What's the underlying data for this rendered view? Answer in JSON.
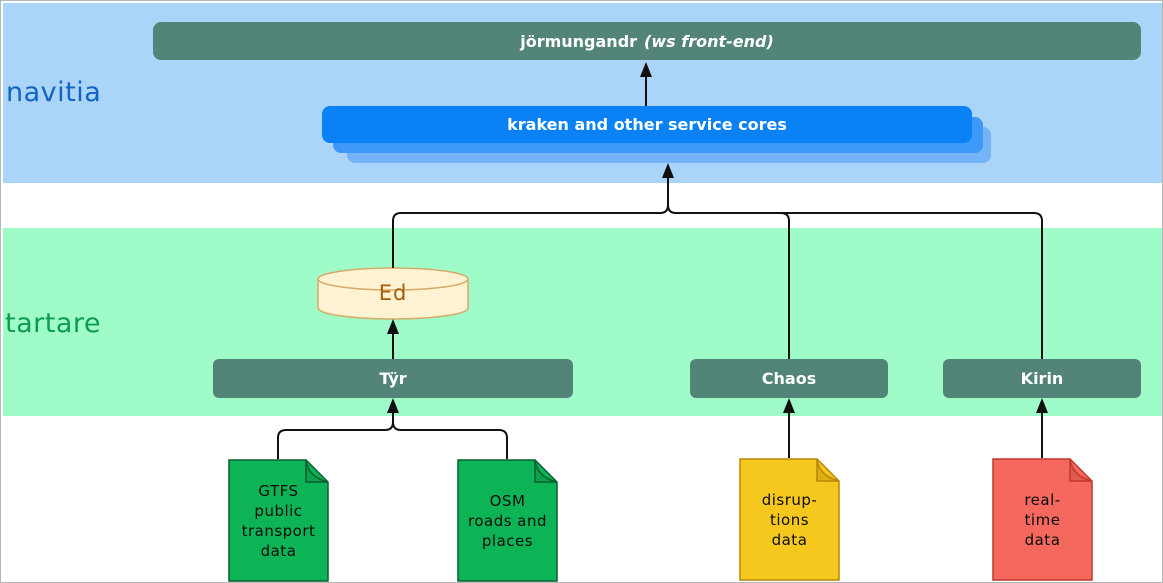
{
  "bands": {
    "navitia": "navitia",
    "tartare": "tartare"
  },
  "nodes": {
    "jormungandr": {
      "label": "jörmungandr",
      "suffix": "(ws front-end)"
    },
    "kraken": {
      "label": "kraken and other service cores"
    },
    "ed": {
      "label": "Ed"
    },
    "tyr": {
      "label": "Tÿr"
    },
    "chaos": {
      "label": "Chaos"
    },
    "kirin": {
      "label": "Kirin"
    }
  },
  "documents": [
    {
      "id": "gtfs-doc",
      "lines": [
        "GTFS",
        "public",
        "transport",
        "data"
      ],
      "color": "#0db456"
    },
    {
      "id": "osm-doc",
      "lines": [
        "OSM",
        "roads and",
        "places"
      ],
      "color": "#0db456"
    },
    {
      "id": "disruptions-doc",
      "lines": [
        "disrup-",
        "tions",
        "data"
      ],
      "color": "#f6c81d"
    },
    {
      "id": "realtime-doc",
      "lines": [
        "real-",
        "time",
        "data"
      ],
      "color": "#f4685e"
    }
  ],
  "colors": {
    "navitia_band": "#abd5f8",
    "navitia_label": "#1164c2",
    "tartare_band": "#9ffcc8",
    "tartare_label": "#0c9b4f",
    "service_box": "#538478",
    "kraken_box": "#0a82f5",
    "kraken_shadow_1": "#3d98f8",
    "kraken_shadow_2": "#74b3f8",
    "ed_fill": "#fdf2d2",
    "ed_border": "#d5ab67",
    "ed_label": "#a85d0d",
    "doc_green": "#0db456",
    "doc_yellow": "#f6c81d",
    "doc_red": "#f4685e",
    "connector": "#111111"
  }
}
